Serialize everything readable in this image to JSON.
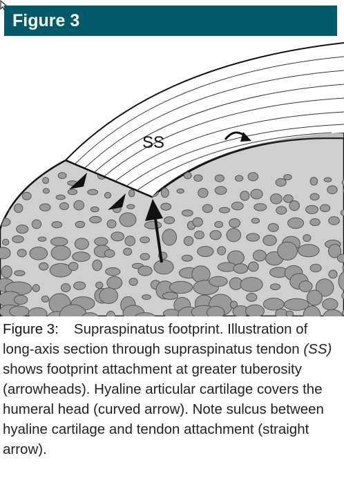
{
  "header": {
    "title": "Figure 3"
  },
  "figure": {
    "tendon_label": "SS"
  },
  "caption": {
    "label": "Figure 3:",
    "part1": "Supraspinatus footprint. Illustration of long-axis section through supraspinatus tendon ",
    "abbr": "(SS)",
    "part2": " shows footprint attachment at greater tuberosity (arrowheads). Hyaline articular cartilage covers the humeral head (curved arrow). Note sulcus between hyaline cartilage and tendon attachment (straight arrow)."
  },
  "colors": {
    "header_bg": "#005a67",
    "header_text": "#ffffff",
    "bone_fill": "#cfcfcf",
    "trabecula_fill": "#9a9a9a",
    "cartilage": "#bcbcbc"
  }
}
